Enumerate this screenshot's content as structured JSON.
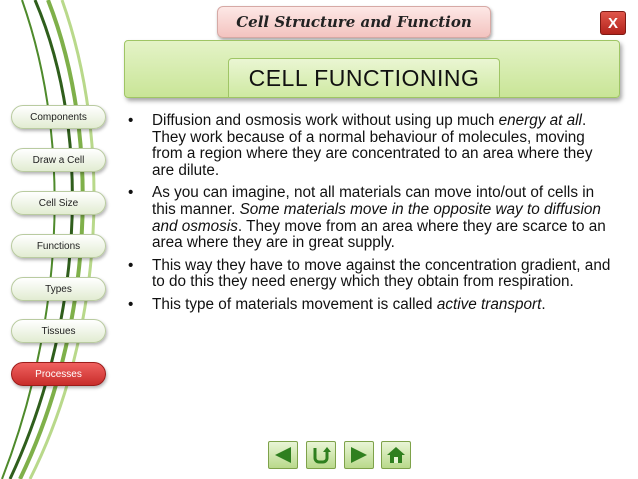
{
  "header": {
    "title": "Cell Structure and Function",
    "close_label": "X"
  },
  "heading": "CELL FUNCTIONING",
  "nav": {
    "items": [
      {
        "label": "Components",
        "active": false
      },
      {
        "label": "Draw a Cell",
        "active": false
      },
      {
        "label": "Cell Size",
        "active": false
      },
      {
        "label": "Functions",
        "active": false
      },
      {
        "label": "Types",
        "active": false
      },
      {
        "label": "Tissues",
        "active": false
      },
      {
        "label": "Processes",
        "active": true
      }
    ]
  },
  "content": {
    "bullets": [
      [
        {
          "text": "Diffusion and osmosis work without using up much ",
          "italic": false
        },
        {
          "text": "energy at all",
          "italic": true
        },
        {
          "text": ". They work because of a normal behaviour of molecules, moving from a region where they are concentrated to an area where they are dilute.",
          "italic": false
        }
      ],
      [
        {
          "text": "As you can imagine, not all materials can move into/out of cells in this manner. ",
          "italic": false
        },
        {
          "text": "Some materials move in the opposite way to diffusion and osmosis",
          "italic": true
        },
        {
          "text": ". They move from an area where they are scarce to an area where they are in great supply.",
          "italic": false
        }
      ],
      [
        {
          "text": "This way they have to move against the concentration gradient, and to do this they need energy which they obtain from respiration.",
          "italic": false
        }
      ],
      [
        {
          "text": "This type of materials movement is called ",
          "italic": false
        },
        {
          "text": "active transport",
          "italic": true
        },
        {
          "text": ".",
          "italic": false
        }
      ]
    ]
  },
  "controls": {
    "icons": [
      "arrow-left-icon",
      "return-icon",
      "arrow-right-icon",
      "home-icon"
    ]
  },
  "colors": {
    "accent_green": "#c9e597",
    "active_red": "#c82d2b",
    "title_pink": "#f3c3bf"
  }
}
